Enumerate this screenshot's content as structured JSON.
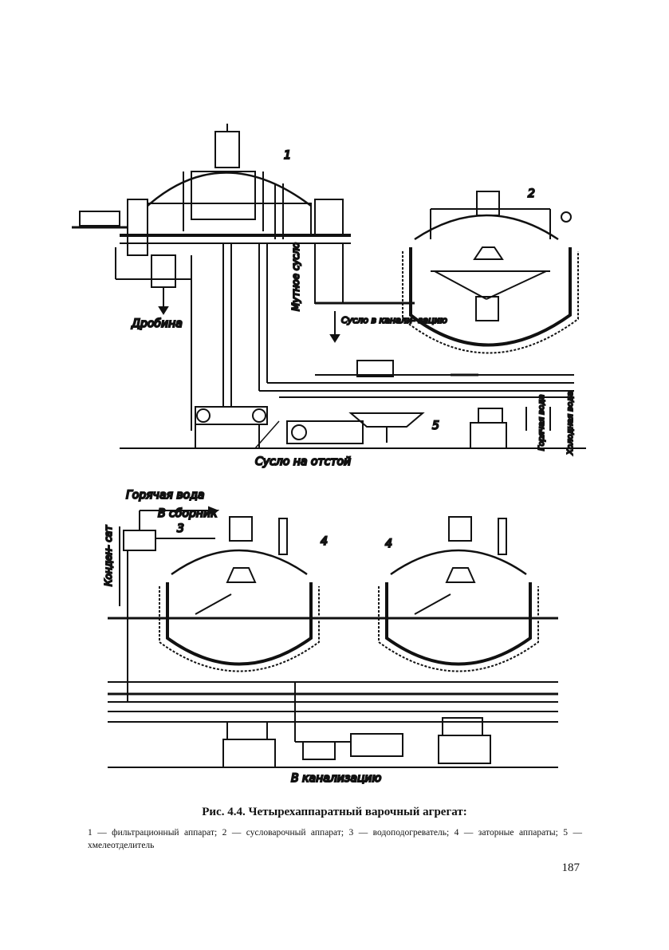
{
  "figure": {
    "top_labels": {
      "item1": "1",
      "item2": "2",
      "item5": "5",
      "drobina": "Дробина",
      "mutnoe_suslo": "Мутное сусло",
      "suslo_v_kanalizatsiyu": "Сусло в канали- зацию",
      "suslo_na_otstoy": "Сусло на отстой",
      "goryachaya_voda_v": "Горячая вода",
      "kholodnaya_voda_v": "Холодная вода"
    },
    "bottom_labels": {
      "goryachaya_voda": "Горячая вода",
      "v_sbornik": "В сборник",
      "item3": "3",
      "item4a": "4",
      "item4b": "4",
      "kondensat": "Конден- сат",
      "v_kanalizatsiyu": "В канализацию"
    }
  },
  "caption": "Рис. 4.4. Четырехаппаратный варочный агрегат:",
  "legend": "1 — фильтрационный аппарат; 2 — сусловарочный аппарат; 3 — водоподогреватель; 4 — заторные аппараты; 5 — хмелеотделитель",
  "page_number": "187",
  "colors": {
    "ink": "#111111",
    "paper": "#ffffff"
  }
}
